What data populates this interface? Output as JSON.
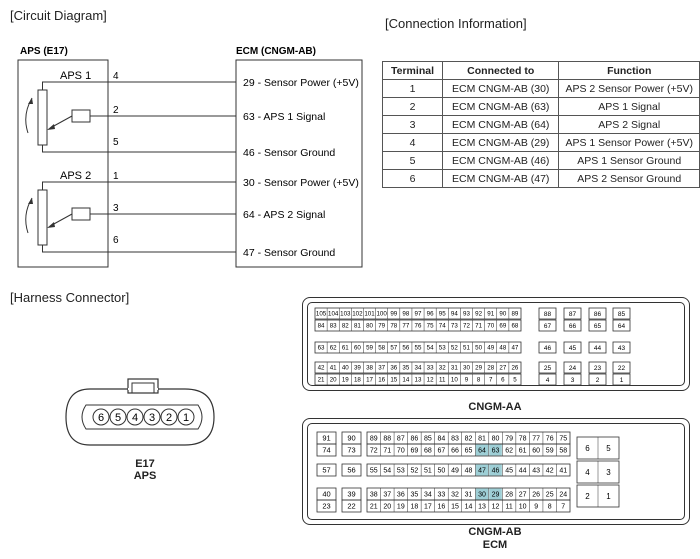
{
  "headers": {
    "circuit": "[Circuit Diagram]",
    "connection": "[Connection Information]",
    "harness": "[Harness Connector]"
  },
  "circuit": {
    "left_box_title": "APS (E17)",
    "right_box_title": "ECM (CNGM-AB)",
    "sensor1_label": "APS 1",
    "sensor2_label": "APS 2",
    "wires": [
      {
        "pin": "4",
        "ecm_label": "29 - Sensor Power (+5V)"
      },
      {
        "pin": "2",
        "ecm_label": "63 - APS 1 Signal"
      },
      {
        "pin": "5",
        "ecm_label": "46 - Sensor Ground"
      },
      {
        "pin": "1",
        "ecm_label": "30 - Sensor Power (+5V)"
      },
      {
        "pin": "3",
        "ecm_label": "64 - APS 2 Signal"
      },
      {
        "pin": "6",
        "ecm_label": "47 - Sensor Ground"
      }
    ]
  },
  "connection_table": {
    "columns": [
      "Terminal",
      "Connected to",
      "Function"
    ],
    "rows": [
      [
        "1",
        "ECM CNGM-AB (30)",
        "APS 2 Sensor Power (+5V)"
      ],
      [
        "2",
        "ECM CNGM-AB (63)",
        "APS 1 Signal"
      ],
      [
        "3",
        "ECM CNGM-AB (64)",
        "APS 2 Signal"
      ],
      [
        "4",
        "ECM CNGM-AB (29)",
        "APS 1 Sensor Power (+5V)"
      ],
      [
        "5",
        "ECM CNGM-AB (46)",
        "APS 1 Sensor Ground"
      ],
      [
        "6",
        "ECM CNGM-AB (47)",
        "APS 2 Sensor Ground"
      ]
    ]
  },
  "aps_connector": {
    "pins": [
      "6",
      "5",
      "4",
      "3",
      "2",
      "1"
    ],
    "caption_line1": "E17",
    "caption_line2": "APS"
  },
  "cngm_aa": {
    "caption": "CNGM-AA",
    "rows": [
      [
        [
          "105",
          "104",
          "103",
          "102",
          "101",
          "100",
          "99",
          "98",
          "97",
          "96",
          "95",
          "94",
          "93",
          "92",
          "91",
          "90",
          "89"
        ],
        [
          "88"
        ],
        [
          "87"
        ],
        [
          "86"
        ],
        [
          "85"
        ]
      ],
      [
        [
          "84",
          "83",
          "82",
          "81",
          "80",
          "79",
          "78",
          "77",
          "76",
          "75",
          "74",
          "73",
          "72",
          "71",
          "70",
          "69",
          "68"
        ],
        [
          "67"
        ],
        [
          "66"
        ],
        [
          "65"
        ],
        [
          "64"
        ]
      ],
      [
        [
          "63",
          "62",
          "61",
          "60",
          "59",
          "58",
          "57",
          "56",
          "55",
          "54",
          "53",
          "52",
          "51",
          "50",
          "49",
          "48",
          "47"
        ],
        [
          "46"
        ],
        [
          "45"
        ],
        [
          "44"
        ],
        [
          "43"
        ]
      ],
      [
        [
          "42",
          "41",
          "40",
          "39",
          "38",
          "37",
          "36",
          "35",
          "34",
          "33",
          "32",
          "31",
          "30",
          "29",
          "28",
          "27",
          "26"
        ],
        [
          "25"
        ],
        [
          "24"
        ],
        [
          "23"
        ],
        [
          "22"
        ]
      ],
      [
        [
          "21",
          "20",
          "19",
          "18",
          "17",
          "16",
          "15",
          "14",
          "13",
          "12",
          "11",
          "10",
          "9",
          "8",
          "7",
          "6",
          "5"
        ],
        [
          "4"
        ],
        [
          "3"
        ],
        [
          "2"
        ],
        [
          "1"
        ]
      ]
    ]
  },
  "cngm_ab": {
    "caption_line1": "CNGM-AB",
    "caption_line2": "ECM",
    "highlight_color": "#9ecfd6",
    "highlighted_pins": [
      "64",
      "63",
      "47",
      "46",
      "30",
      "29"
    ],
    "rows": [
      [
        [
          "91"
        ],
        [
          "90"
        ],
        [
          "89",
          "88",
          "87",
          "86",
          "85",
          "84",
          "83",
          "82",
          "81",
          "80",
          "79",
          "78",
          "77",
          "76",
          "75"
        ]
      ],
      [
        [
          "74"
        ],
        [
          "73"
        ],
        [
          "72",
          "71",
          "70",
          "69",
          "68",
          "67",
          "66",
          "65",
          "64",
          "63",
          "62",
          "61",
          "60",
          "59",
          "58"
        ]
      ],
      [
        [
          "57"
        ],
        [
          "56"
        ],
        [
          "55",
          "54",
          "53",
          "52",
          "51",
          "50",
          "49",
          "48",
          "47",
          "46",
          "45",
          "44",
          "43",
          "42",
          "41"
        ]
      ],
      [
        [
          "40"
        ],
        [
          "39"
        ],
        [
          "38",
          "37",
          "36",
          "35",
          "34",
          "33",
          "32",
          "31",
          "30",
          "29",
          "28",
          "27",
          "26",
          "25",
          "24"
        ]
      ],
      [
        [
          "23"
        ],
        [
          "22"
        ],
        [
          "21",
          "20",
          "19",
          "18",
          "17",
          "16",
          "15",
          "14",
          "13",
          "12",
          "11",
          "10",
          "9",
          "8",
          "7"
        ]
      ]
    ],
    "side_pins": [
      [
        "6",
        "5"
      ],
      [
        "4",
        "3"
      ],
      [
        "2",
        "1"
      ]
    ]
  }
}
